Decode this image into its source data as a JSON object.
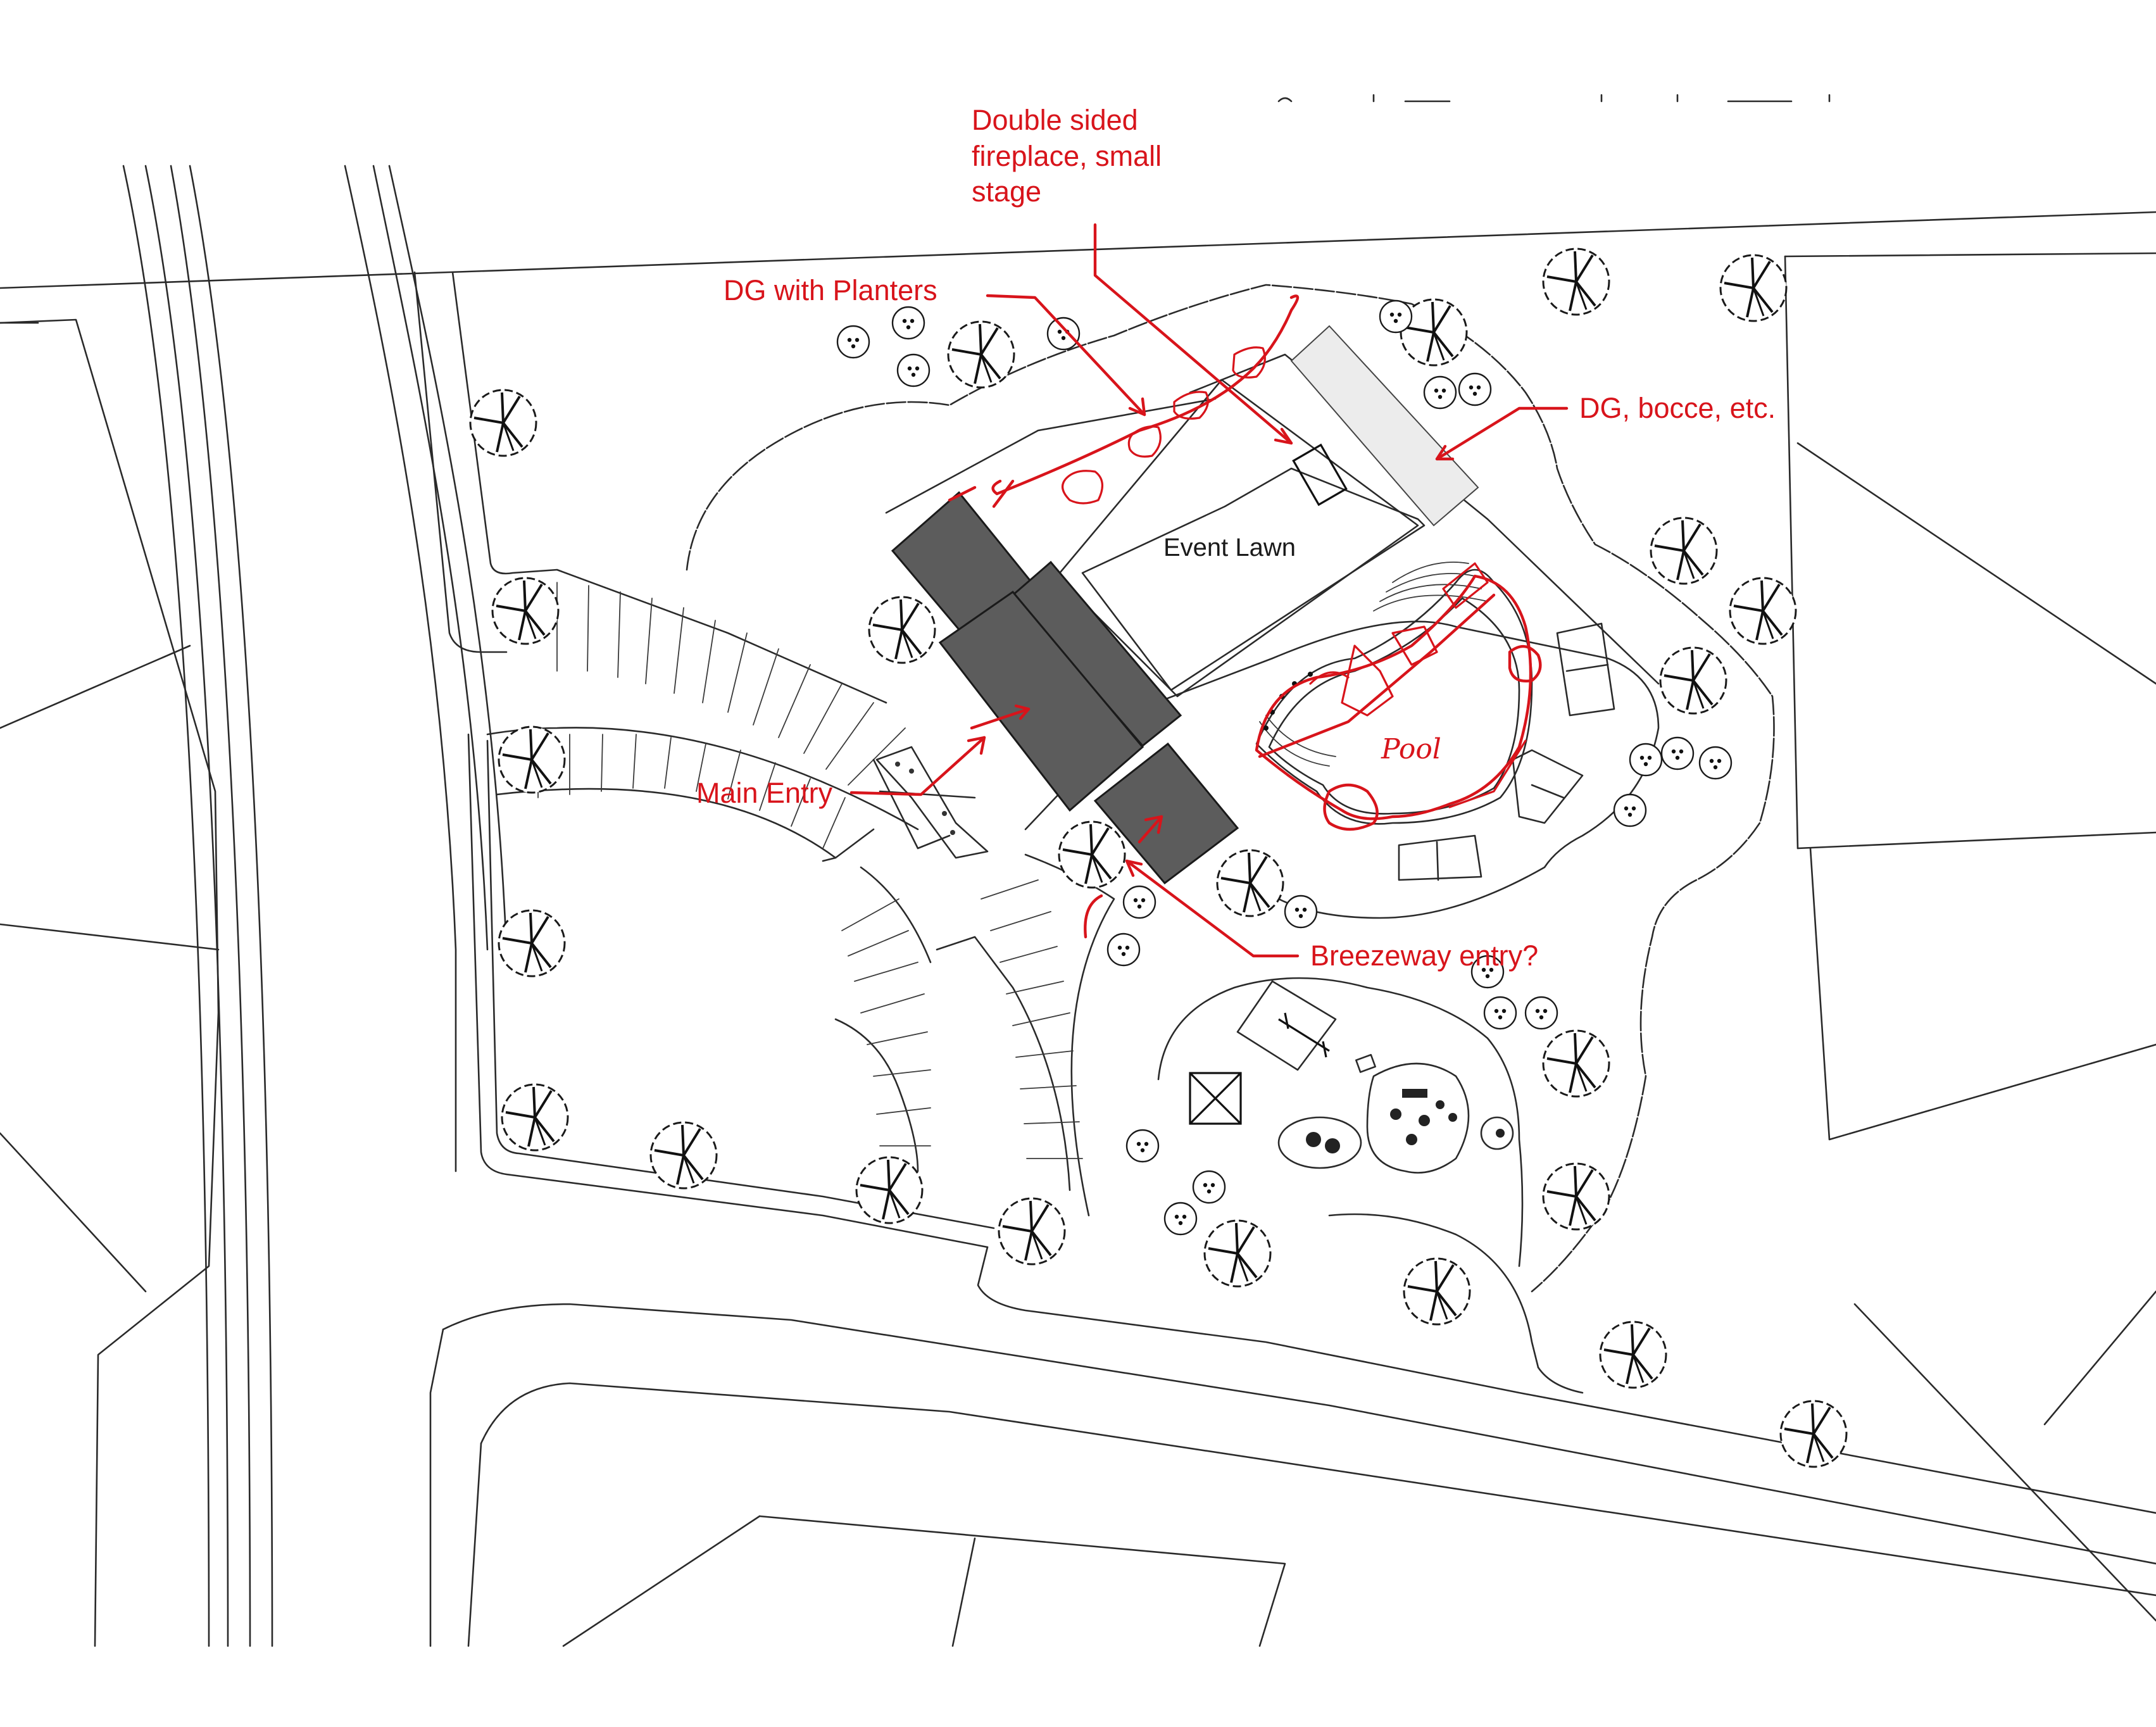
{
  "labels": {
    "fireplace_line1": "Double sided",
    "fireplace_line2": "fireplace, small",
    "fireplace_line3": "stage",
    "dg_planters": "DG with Planters",
    "dg_bocce": "DG, bocce, etc.",
    "event_lawn": "Event Lawn",
    "pool": "Pool",
    "main_entry": "Main Entry",
    "breezeway": "Breezeway entry?"
  },
  "colors": {
    "markup_red": "#d8141b",
    "linework": "#2a2a2a",
    "building_fill": "#5c5c5c",
    "background": "#ffffff"
  }
}
